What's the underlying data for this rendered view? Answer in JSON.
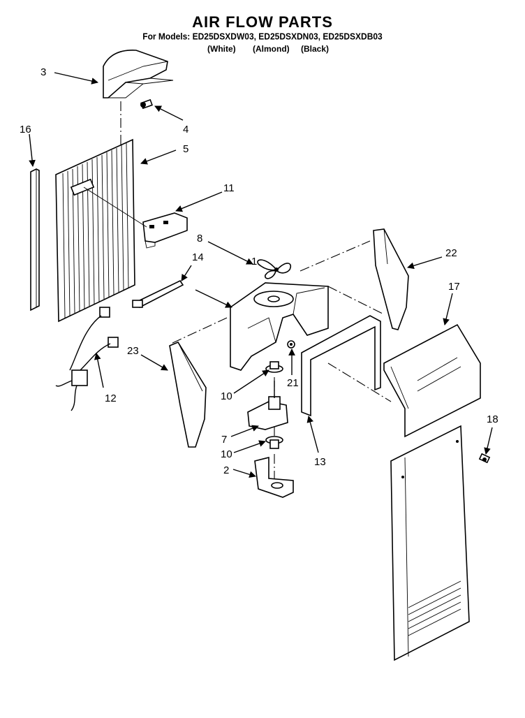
{
  "title": "AIR FLOW PARTS",
  "models": "For Models: ED25DSXDW03, ED25DSXDN03, ED25DSXDB03",
  "finishes": [
    "(White)",
    "(Almond)",
    "(Black)"
  ],
  "callouts": [
    "1",
    "2",
    "3",
    "4",
    "5",
    "7",
    "8",
    "10",
    "10",
    "11",
    "12",
    "13",
    "14",
    "16",
    "17",
    "18",
    "21",
    "22",
    "23"
  ]
}
